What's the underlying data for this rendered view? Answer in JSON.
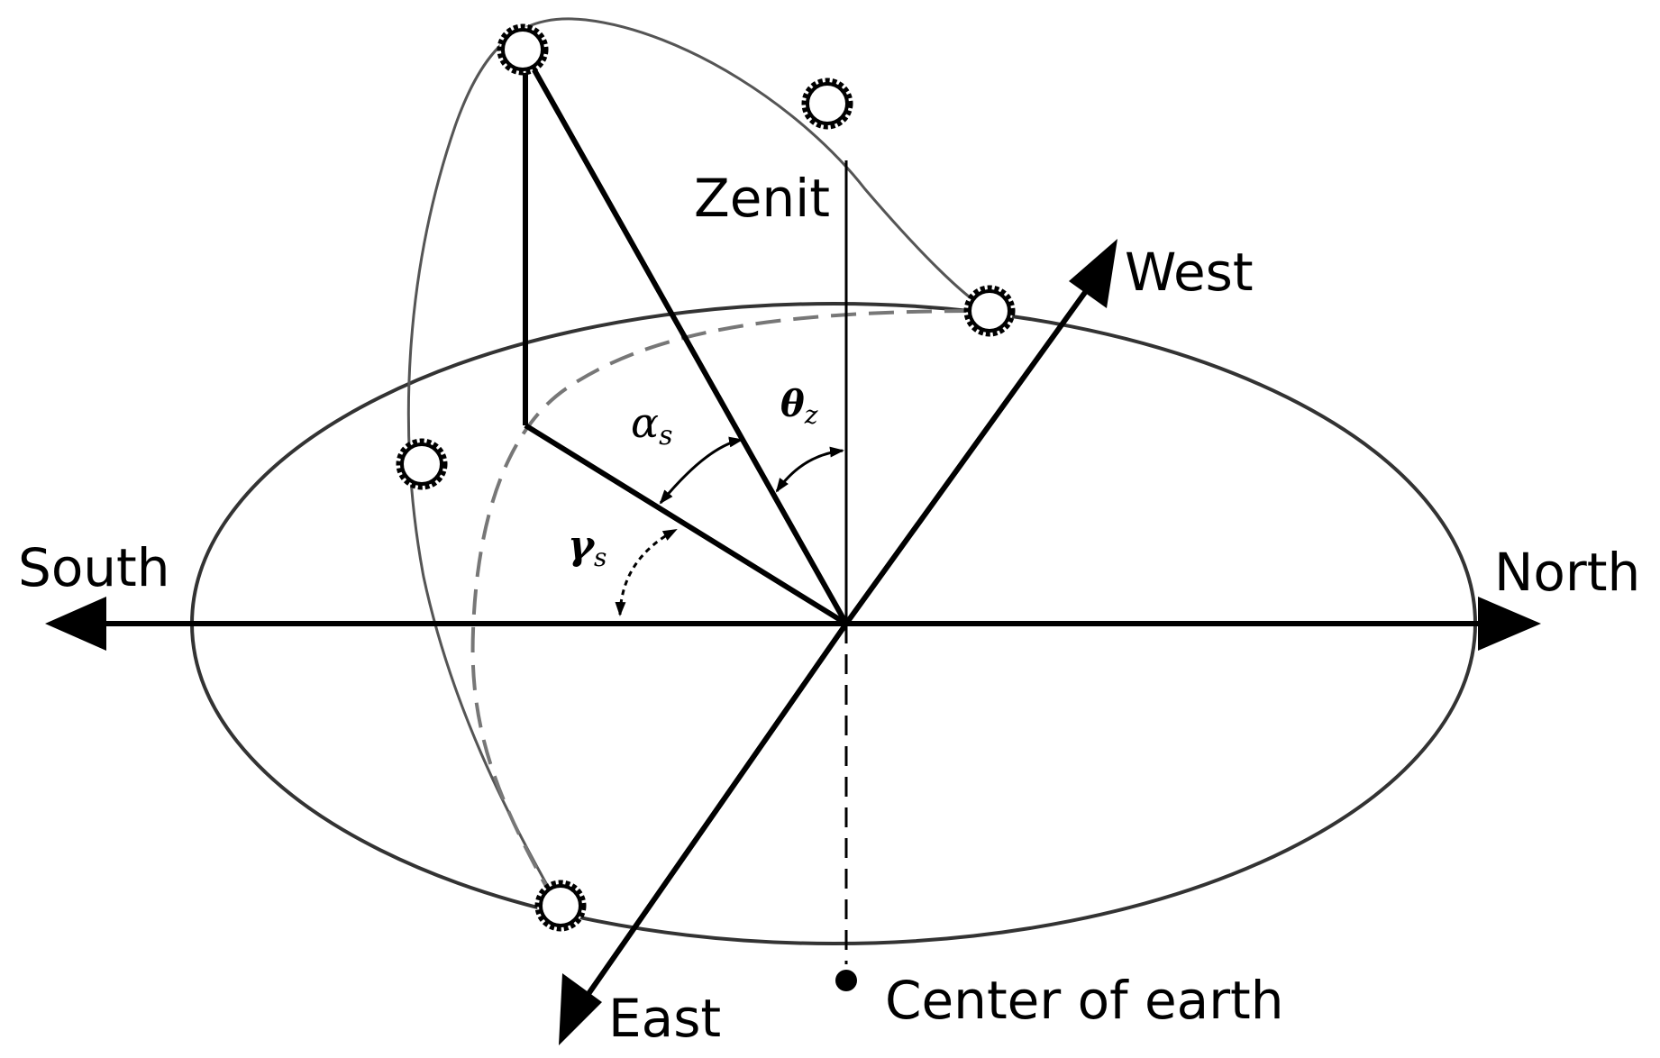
{
  "labels": {
    "zenit": "Zenit",
    "west": "West",
    "south": "South",
    "north": "North",
    "east": "East",
    "center": "Center of earth"
  },
  "angles": {
    "alpha": "α",
    "alpha_sub": "s",
    "theta": "θ",
    "theta_sub": "z",
    "gamma": "γ",
    "gamma_sub": "s"
  },
  "colors": {
    "ink": "#000000",
    "thin_line": "#555555",
    "dashed": "#777777"
  }
}
